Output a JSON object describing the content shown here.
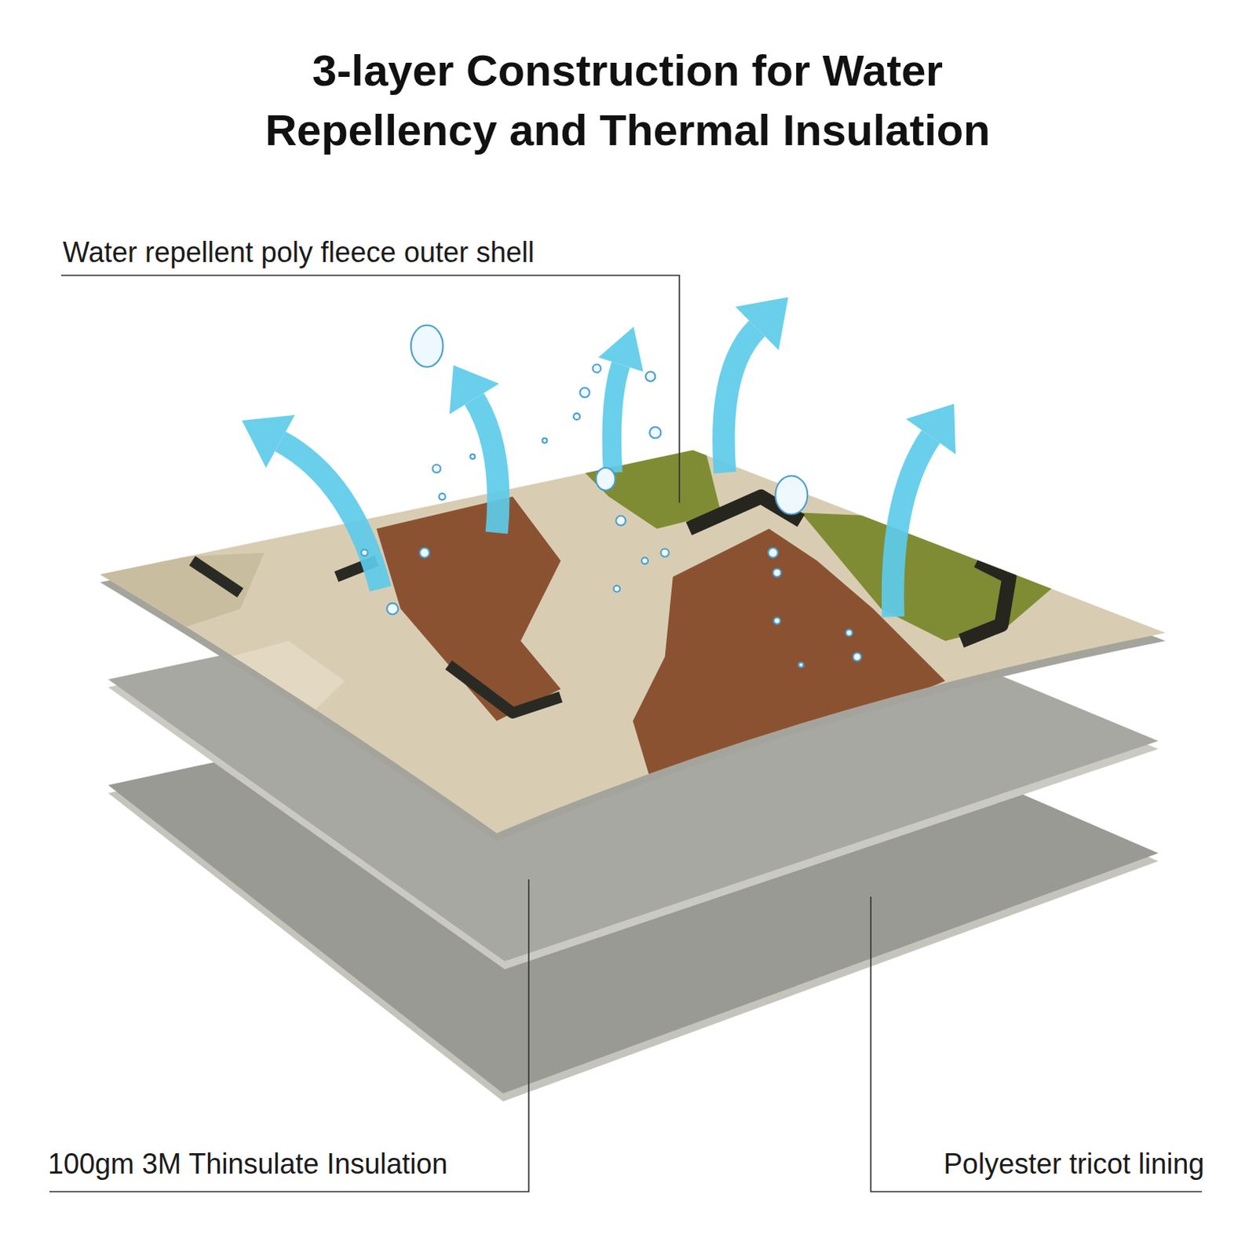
{
  "diagram": {
    "title": "3-layer Construction for Water Repellency and Thermal Insulation",
    "labels": [
      "Water repellent poly fleece outer shell",
      "100gm 3M Thinsulate Insulation",
      "Polyester tricot lining"
    ]
  }
}
